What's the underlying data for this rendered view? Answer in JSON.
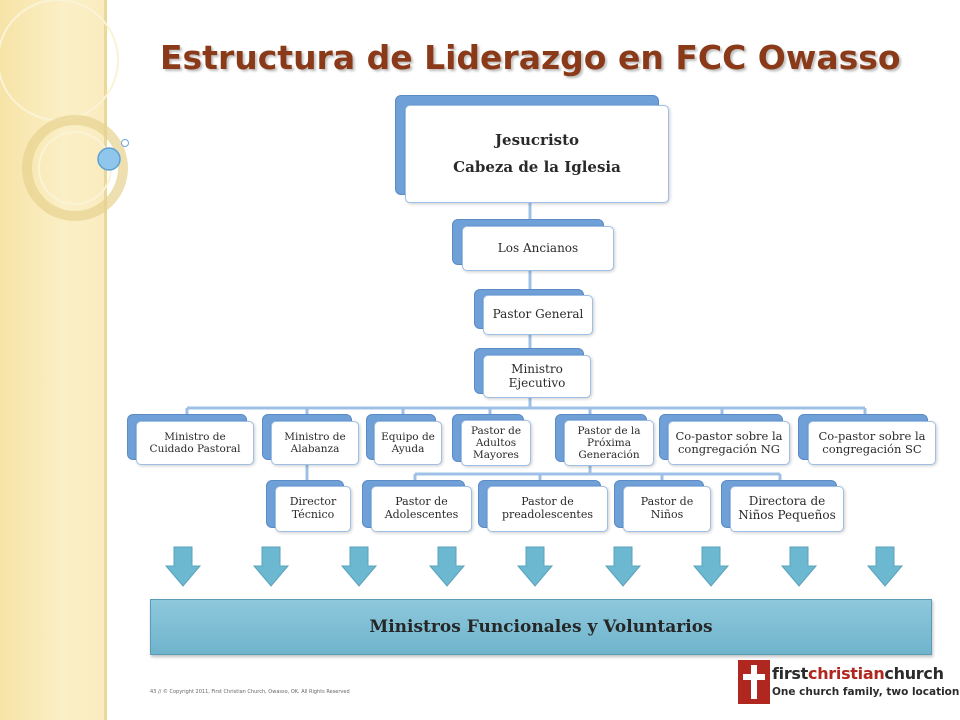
{
  "title": "Estructura de Liderazgo en FCC Owasso",
  "chart_data": {
    "type": "org-chart",
    "nodes": {
      "jesus": "Jesucristo",
      "jesus_sub": "Cabeza de la Iglesia",
      "ancianos": "Los Ancianos",
      "pastor_general": "Pastor General",
      "ministro_ejecutivo": "Ministro Ejecutivo",
      "cuidado_pastoral": "Ministro de Cuidado Pastoral",
      "alabanza": "Ministro de Alabanza",
      "director_tecnico": "Director Técnico",
      "equipo_ayuda": "Equipo de Ayuda",
      "adultos_mayores": "Pastor de Adultos Mayores",
      "proxima_generacion": "Pastor de la Próxima Generación",
      "copastor_ng": "Co-pastor sobre la congregación NG",
      "copastor_sc": "Co-pastor sobre la congregación SC",
      "adolescentes": "Pastor de Adolescentes",
      "preadolescentes": "Pastor de preadolescentes",
      "ninos": "Pastor de Niños",
      "ninos_pequenos": "Directora de Niños Pequeños"
    },
    "edges": [
      [
        "jesus",
        "ancianos"
      ],
      [
        "ancianos",
        "pastor_general"
      ],
      [
        "pastor_general",
        "ministro_ejecutivo"
      ],
      [
        "ministro_ejecutivo",
        "cuidado_pastoral"
      ],
      [
        "ministro_ejecutivo",
        "alabanza"
      ],
      [
        "ministro_ejecutivo",
        "equipo_ayuda"
      ],
      [
        "ministro_ejecutivo",
        "adultos_mayores"
      ],
      [
        "ministro_ejecutivo",
        "proxima_generacion"
      ],
      [
        "ministro_ejecutivo",
        "copastor_ng"
      ],
      [
        "ministro_ejecutivo",
        "copastor_sc"
      ],
      [
        "alabanza",
        "director_tecnico"
      ],
      [
        "proxima_generacion",
        "adolescentes"
      ],
      [
        "proxima_generacion",
        "preadolescentes"
      ],
      [
        "proxima_generacion",
        "ninos"
      ],
      [
        "proxima_generacion",
        "ninos_pequenos"
      ]
    ],
    "arrow_count": 9,
    "bottom_band": "Ministros Funcionales y Voluntarios"
  },
  "footer": "43 // © Copyright 2011, First Christian Church, Owasso, OK. All Rights Reserved",
  "logo": {
    "pre": "first",
    "highlight": "christian",
    "post": "church",
    "tagline": "One church family, two locations."
  },
  "colors": {
    "node_back": "#6fa0d8",
    "arrow": "#6cb8d0",
    "band": "#7fbdd3",
    "title": "#8a3a18"
  }
}
